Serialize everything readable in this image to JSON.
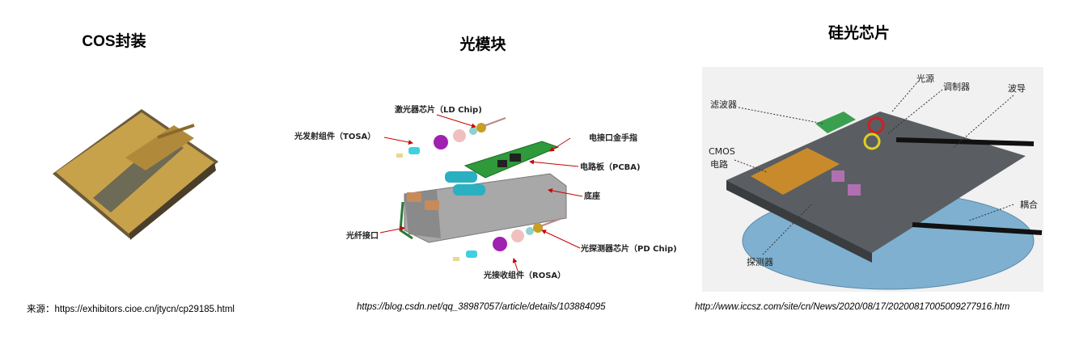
{
  "panels": [
    {
      "title": "COS封装",
      "caption": "来源：https://exhibitors.cioe.cn/jtycn/cp29185.html"
    },
    {
      "title": "光模块",
      "caption": "https://blog.csdn.net/qq_38987057/article/details/103884095",
      "labels": {
        "ld_chip": "激光器芯片（LD Chip)",
        "tosa": "光发射组件（TOSA）",
        "gold_finger": "电接口金手指",
        "pcba": "电路板（PCBA)",
        "base": "底座",
        "fiber_port": "光纤接口",
        "pd_chip": "光探测器芯片（PD Chip)",
        "rosa": "光接收组件（ROSA）"
      }
    },
    {
      "title": "硅光芯片",
      "caption": "http://www.iccsz.com/site/cn/News/2020/08/17/20200817005009277916.htm",
      "labels": {
        "light_source": "光源",
        "modulator": "调制器",
        "filter": "滤波器",
        "waveguide": "波导",
        "cmos_1": "CMOS",
        "cmos_2": "电路",
        "coupling": "耦合",
        "detector": "探测器"
      }
    }
  ]
}
